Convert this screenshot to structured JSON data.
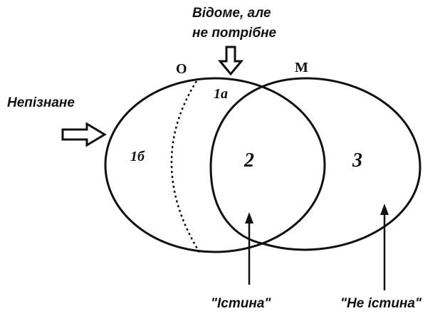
{
  "labels": {
    "known_not_needed_line1": "Відоме, але",
    "known_not_needed_line2": "не потрібне",
    "unknown": "Непізнане",
    "set_o": "O",
    "set_m": "M",
    "region_1a": "1a",
    "region_1b": "1б",
    "region_2": "2",
    "region_3": "3",
    "truth": "\"Істина\"",
    "not_truth": "\"Не істина\""
  },
  "colors": {
    "stroke": "#111111",
    "background": "#ffffff"
  }
}
